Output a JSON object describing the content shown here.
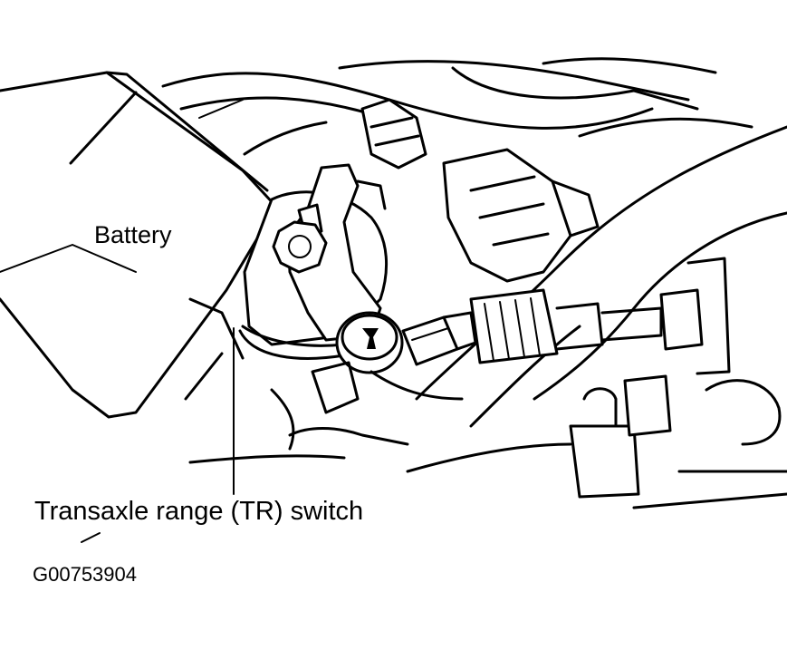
{
  "labels": {
    "battery": "Battery",
    "tr_switch": "Transaxle range (TR) switch",
    "figure_id": "G00753904"
  },
  "colors": {
    "ink": "#000000",
    "paper": "#ffffff"
  }
}
